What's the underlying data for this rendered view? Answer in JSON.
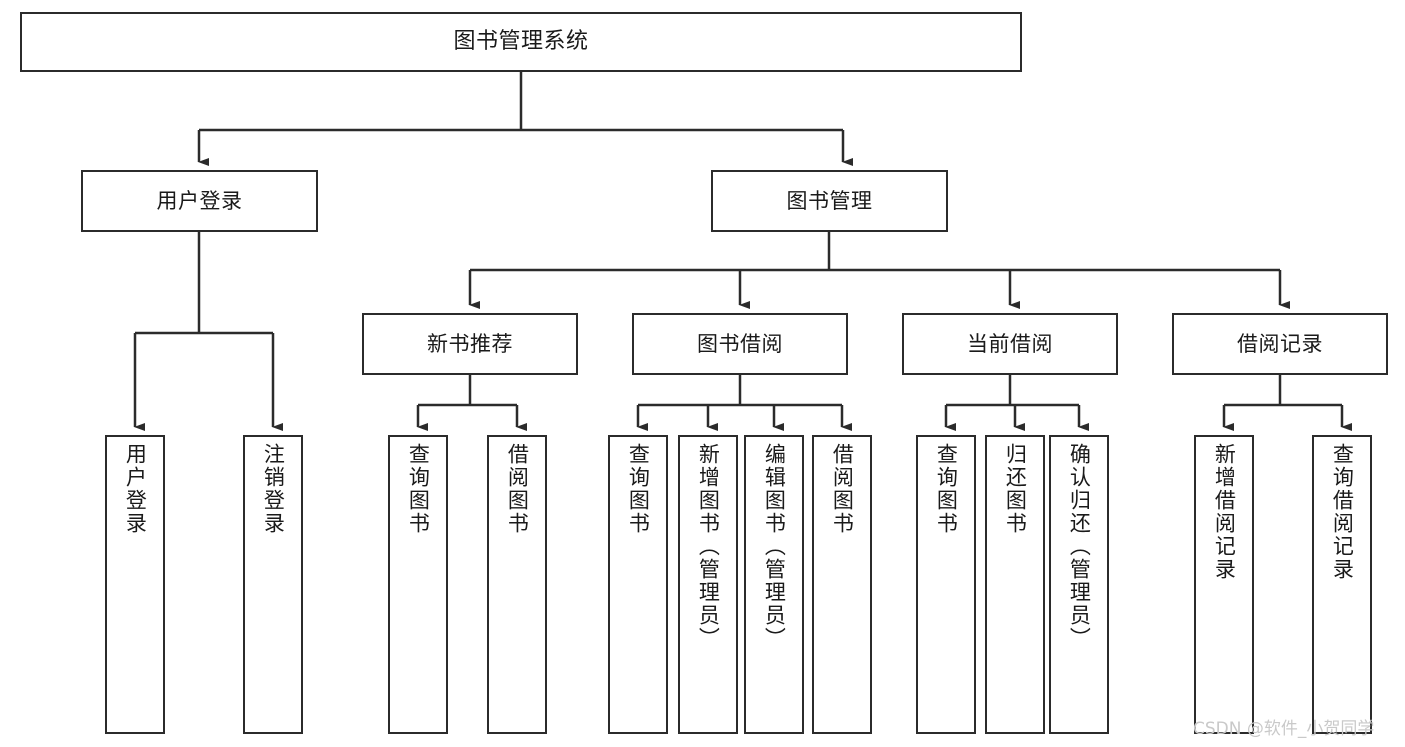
{
  "diagram": {
    "title": "图书管理系统",
    "type": "function-structure-tree",
    "watermark": "CSDN @软件_小贺同学",
    "colors": {
      "stroke": "#2b2b2b",
      "fill": "#ffffff",
      "text": "#1a1a1a",
      "watermark": "#c9c9c9"
    },
    "levels": {
      "root": {
        "label": "图书管理系统"
      },
      "level2": [
        {
          "label": "用户登录"
        },
        {
          "label": "图书管理"
        }
      ],
      "level3": [
        {
          "label": "新书推荐"
        },
        {
          "label": "图书借阅"
        },
        {
          "label": "当前借阅"
        },
        {
          "label": "借阅记录"
        }
      ],
      "leaves": {
        "user_login": [
          {
            "label": "用户登录"
          },
          {
            "label": "注销登录"
          }
        ],
        "new_book_recommend": [
          {
            "label": "查询图书"
          },
          {
            "label": "借阅图书"
          }
        ],
        "book_borrow": [
          {
            "label": "查询图书"
          },
          {
            "label": "新增图书（管理员）"
          },
          {
            "label": "编辑图书（管理员）"
          },
          {
            "label": "借阅图书"
          }
        ],
        "current_borrow": [
          {
            "label": "查询图书"
          },
          {
            "label": "归还图书"
          },
          {
            "label": "确认归还（管理员）"
          }
        ],
        "borrow_record": [
          {
            "label": "新增借阅记录"
          },
          {
            "label": "查询借阅记录"
          }
        ]
      }
    }
  }
}
